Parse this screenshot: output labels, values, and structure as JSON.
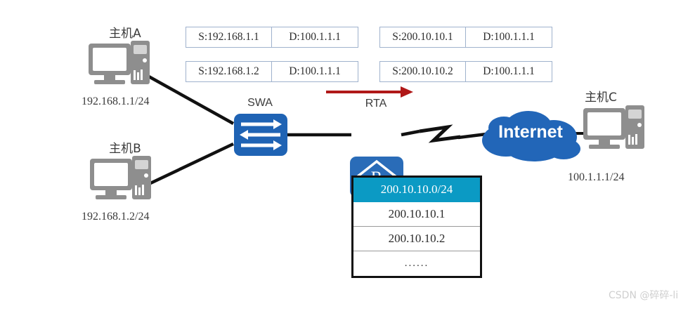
{
  "diagram": {
    "title": "NAT address translation topology",
    "colors": {
      "switch_blue": "#1f63b4",
      "router_blue": "#2a6cb8",
      "cloud_blue": "#2266b8",
      "table_header_cyan": "#0b9ac4",
      "arrow_red": "#b01818",
      "pc_gray": "#8a8a8a",
      "link_black": "#111111",
      "packet_border": "#9fb2cd"
    }
  },
  "hosts": [
    {
      "name": "主机A",
      "ip": "192.168.1.1/24",
      "icon": "desktop-pc-icon"
    },
    {
      "name": "主机B",
      "ip": "192.168.1.2/24",
      "icon": "desktop-pc-icon"
    },
    {
      "name": "主机C",
      "ip": "100.1.1.1/24",
      "icon": "desktop-pc-icon"
    }
  ],
  "nodes": {
    "switch": {
      "label": "SWA",
      "icon": "switch-icon"
    },
    "router": {
      "label": "RTA",
      "icon": "router-icon"
    },
    "cloud": {
      "label": "Internet",
      "icon": "cloud-icon"
    },
    "wan_link": {
      "icon": "lightning-serial-link-icon"
    },
    "flow_arrow": {
      "icon": "arrow-right-icon",
      "direction": "right"
    }
  },
  "packets": {
    "inside": [
      {
        "source": "S:192.168.1.1",
        "destination": "D:100.1.1.1"
      },
      {
        "source": "S:192.168.1.2",
        "destination": "D:100.1.1.1"
      }
    ],
    "outside": [
      {
        "source": "S:200.10.10.1",
        "destination": "D:100.1.1.1"
      },
      {
        "source": "S:200.10.10.2",
        "destination": "D:100.1.1.1"
      }
    ]
  },
  "nat_pool": {
    "header": "200.10.10.0/24",
    "entries": [
      "200.10.10.1",
      "200.10.10.2",
      "......"
    ]
  },
  "watermark": {
    "text": "CSDN @碎碎-li"
  }
}
